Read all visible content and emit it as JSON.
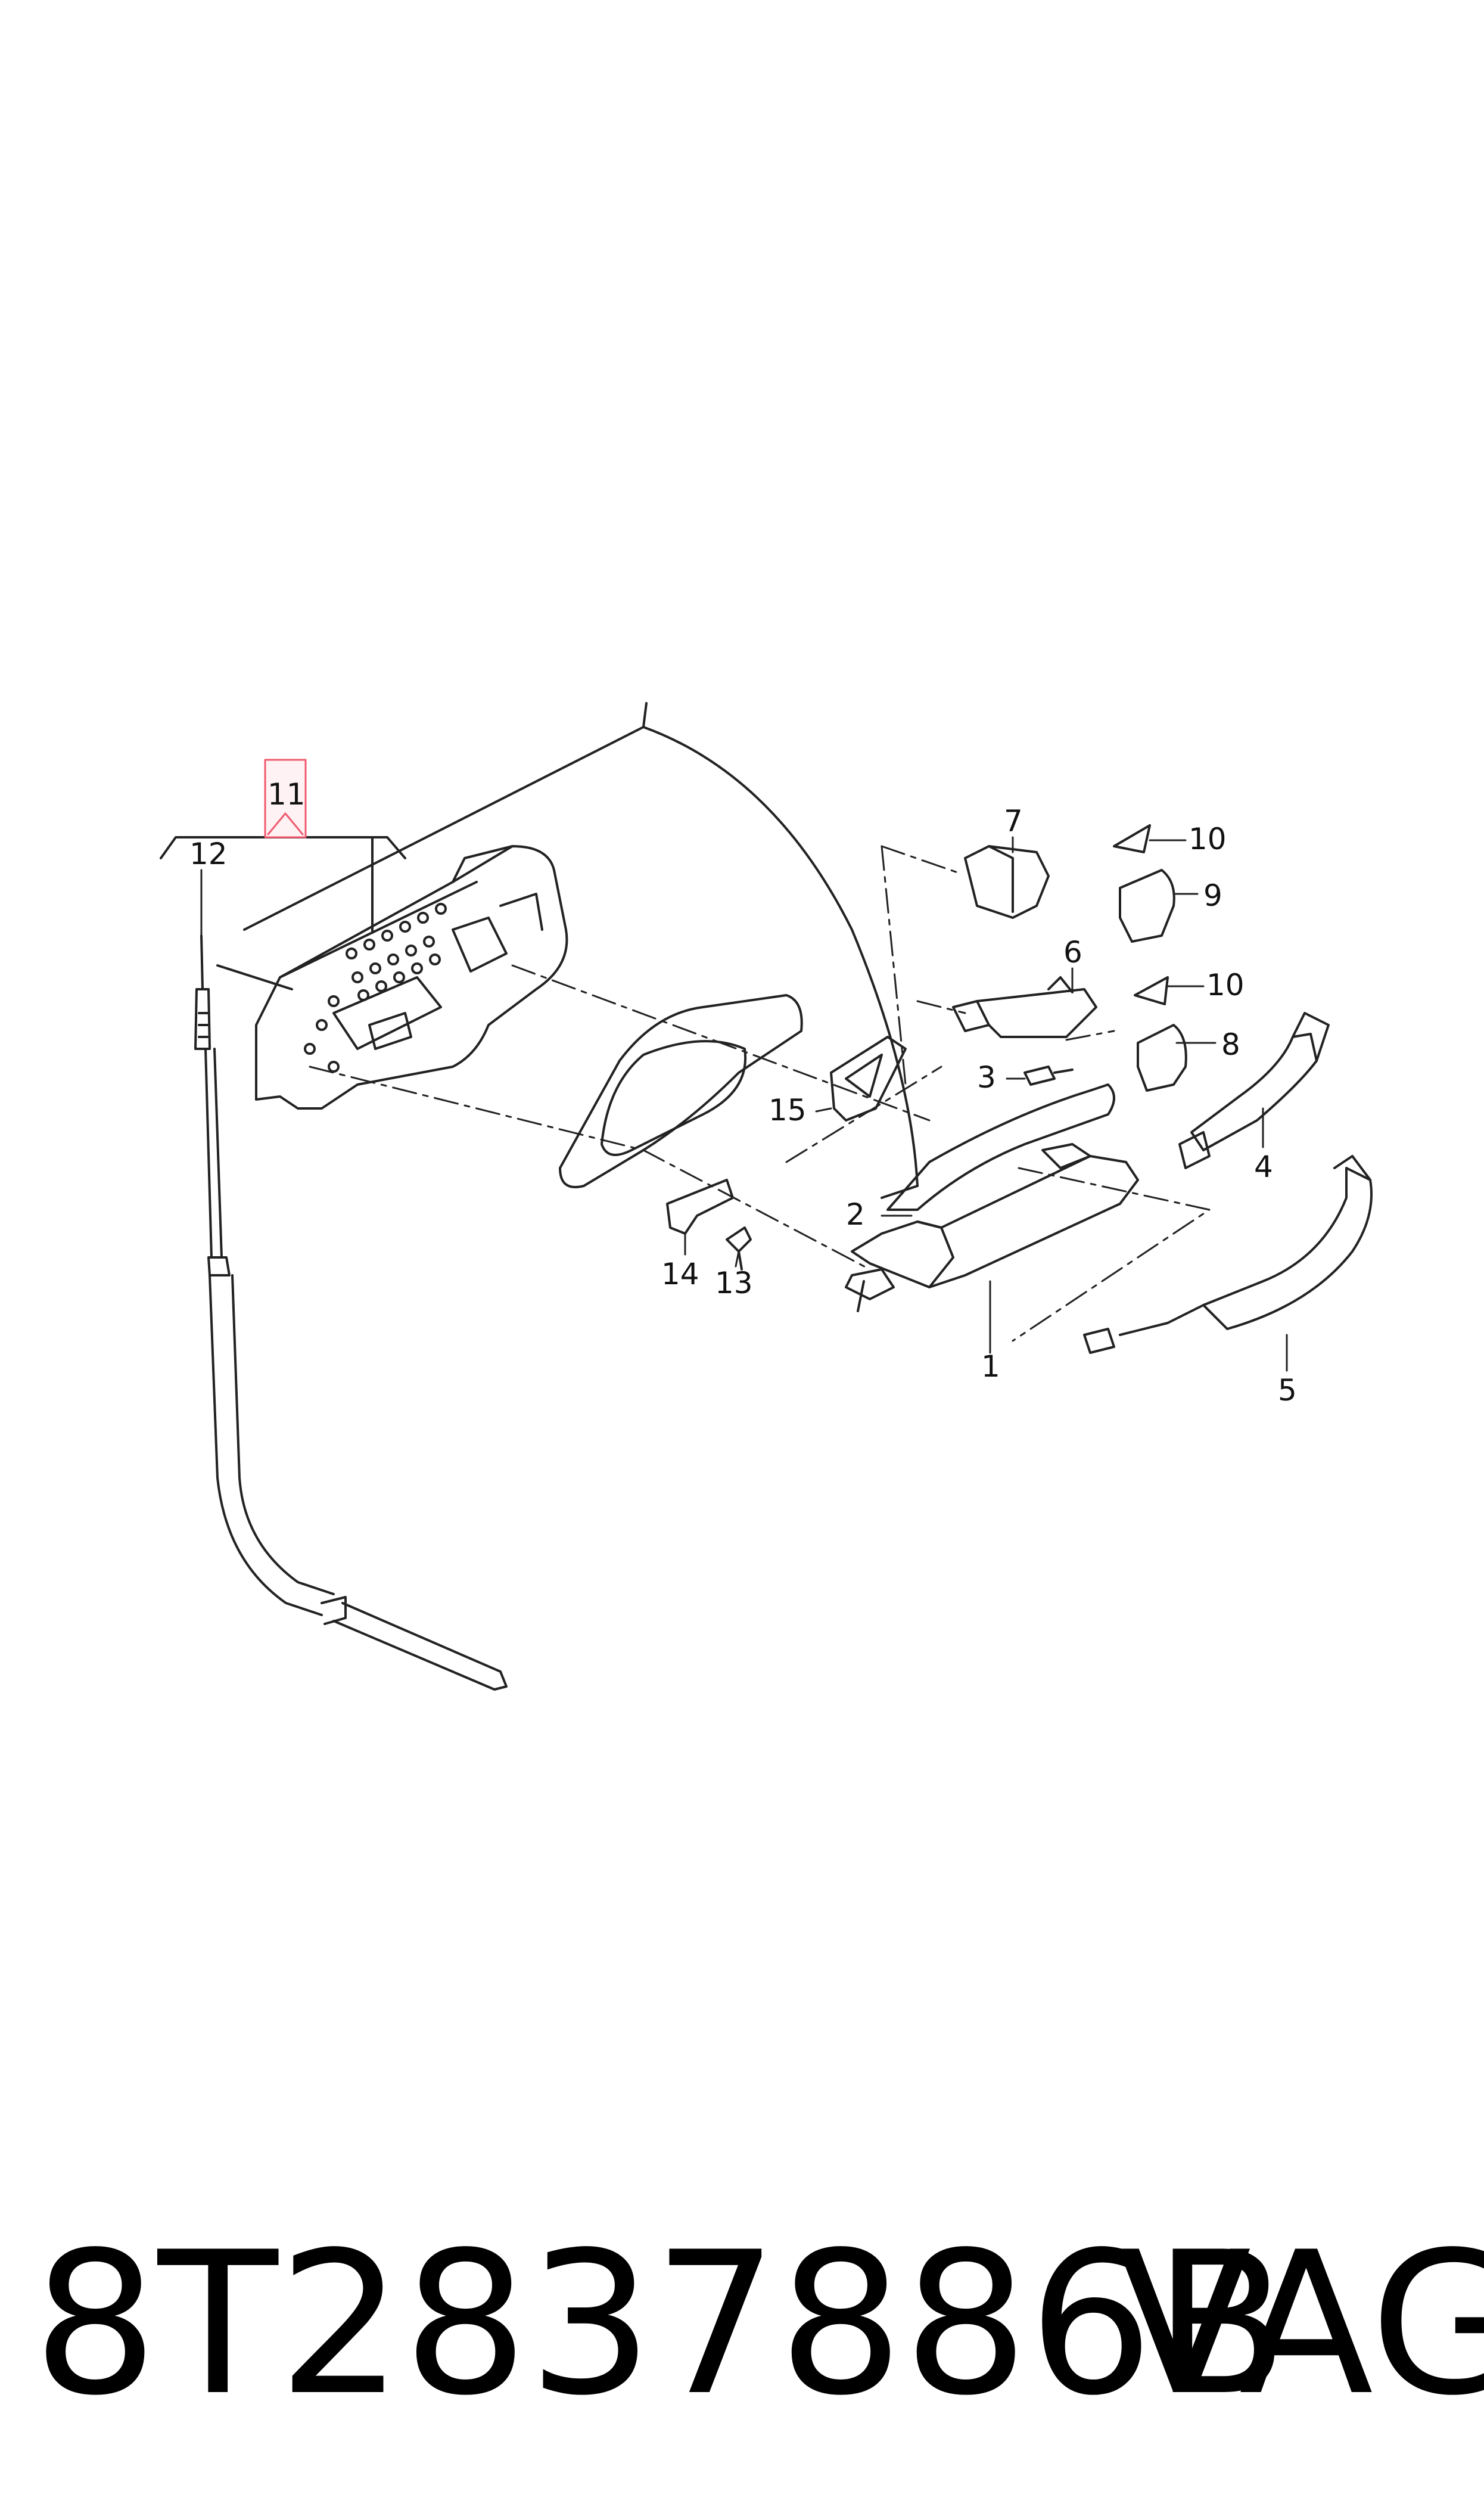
{
  "diagram": {
    "highlight_color": "#f05a6e",
    "line_color": "#222222",
    "callouts": {
      "c1": "1",
      "c2": "2",
      "c3": "3",
      "c4": "4",
      "c5": "5",
      "c6": "6",
      "c7": "7",
      "c8": "8",
      "c9": "9",
      "c10a": "10",
      "c10b": "10",
      "c11": "11",
      "c12": "12",
      "c13": "13",
      "c14": "14",
      "c15": "15"
    }
  },
  "footer": {
    "part_number": "8T2837886B",
    "brand": "VAG"
  }
}
